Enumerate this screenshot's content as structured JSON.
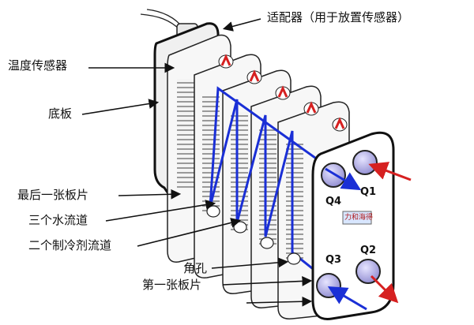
{
  "labels": {
    "adapter": "适配器（用于放置传感器）",
    "temp_sensor": "温度传感器",
    "base_plate": "底板",
    "last_plate": "最后一张板片",
    "water_channels": "三个水流道",
    "refrigerant_channels": "二个制冷剂流道",
    "corner_hole": "角孔",
    "first_plate": "第一张板片"
  },
  "ports": {
    "q1": "Q1",
    "q2": "Q2",
    "q3": "Q3",
    "q4": "Q4"
  },
  "brand_label": "力和海得",
  "colors": {
    "water_flow": "#1a2fd6",
    "refrigerant_flow": "#d62020",
    "port_fill": "#b9b6e8",
    "outline": "#111111"
  }
}
